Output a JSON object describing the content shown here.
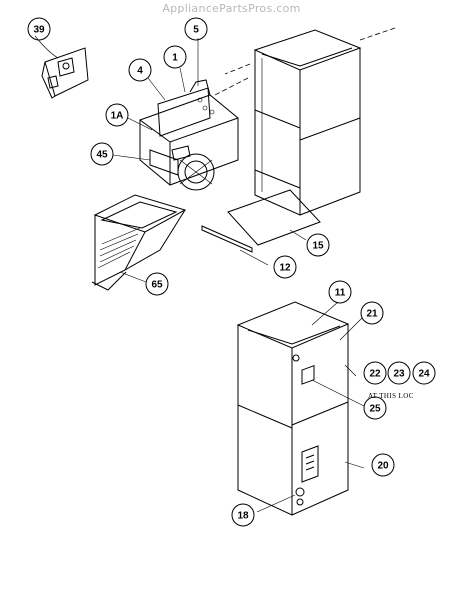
{
  "watermark": "AppliancePartsPros.com",
  "callouts": [
    {
      "id": "39",
      "label": "39"
    },
    {
      "id": "1",
      "label": "1"
    },
    {
      "id": "5",
      "label": "5"
    },
    {
      "id": "4",
      "label": "4"
    },
    {
      "id": "1a",
      "label": "1A"
    },
    {
      "id": "45",
      "label": "45"
    },
    {
      "id": "15",
      "label": "15"
    },
    {
      "id": "12",
      "label": "12"
    },
    {
      "id": "65",
      "label": "65"
    },
    {
      "id": "11",
      "label": "11"
    },
    {
      "id": "21",
      "label": "21"
    },
    {
      "id": "22",
      "label": "22"
    },
    {
      "id": "23",
      "label": "23"
    },
    {
      "id": "24",
      "label": "24"
    },
    {
      "id": "25",
      "label": "25"
    },
    {
      "id": "20",
      "label": "20"
    },
    {
      "id": "18",
      "label": "18"
    }
  ],
  "note": "AT THIS LOC"
}
